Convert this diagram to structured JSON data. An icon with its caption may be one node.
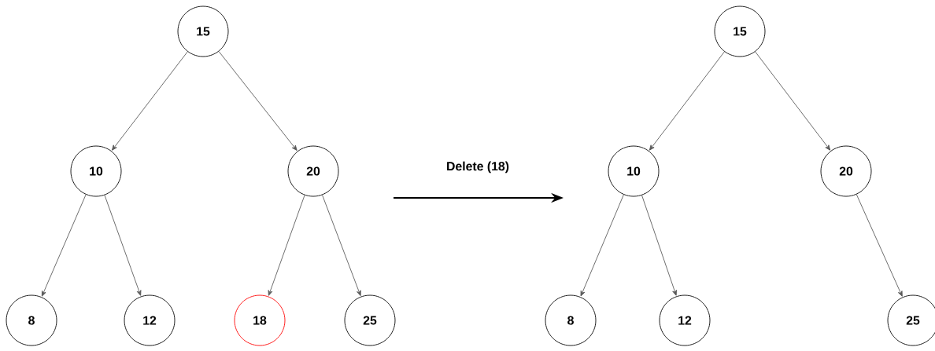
{
  "diagram": {
    "nodes": [
      {
        "text": [
          "15"
        ]
      },
      {
        "text": [
          "10"
        ]
      },
      {
        "text": [
          "20"
        ]
      },
      {
        "text": [
          "8"
        ]
      },
      {
        "text": [
          "12"
        ]
      },
      {
        "text": [
          "18"
        ]
      },
      {
        "text": [
          "25"
        ]
      },
      {
        "text": [
          "15"
        ]
      },
      {
        "text": [
          "10"
        ]
      },
      {
        "text": [
          "20"
        ]
      },
      {
        "text": [
          "8"
        ]
      },
      {
        "text": [
          "12"
        ]
      },
      {
        "text": [
          "25"
        ]
      }
    ],
    "edges": [
      {
        "from": 0,
        "to": 1,
        "arrow": "to"
      },
      {
        "from": 0,
        "to": 2,
        "arrow": "to"
      },
      {
        "from": 1,
        "to": 3,
        "arrow": "to"
      },
      {
        "from": 1,
        "to": 4,
        "arrow": "to"
      },
      {
        "from": 2,
        "to": 5,
        "arrow": "to"
      },
      {
        "from": 2,
        "to": 6,
        "arrow": "to"
      },
      {
        "from": 7,
        "to": 8,
        "arrow": "to"
      },
      {
        "from": 7,
        "to": 9,
        "arrow": "to"
      },
      {
        "from": 8,
        "to": 10,
        "arrow": "to"
      },
      {
        "from": 8,
        "to": 11,
        "arrow": "to"
      },
      {
        "from": 9,
        "to": 12,
        "arrow": "to"
      }
    ],
    "labels": [
      "Delete (18)"
    ]
  }
}
